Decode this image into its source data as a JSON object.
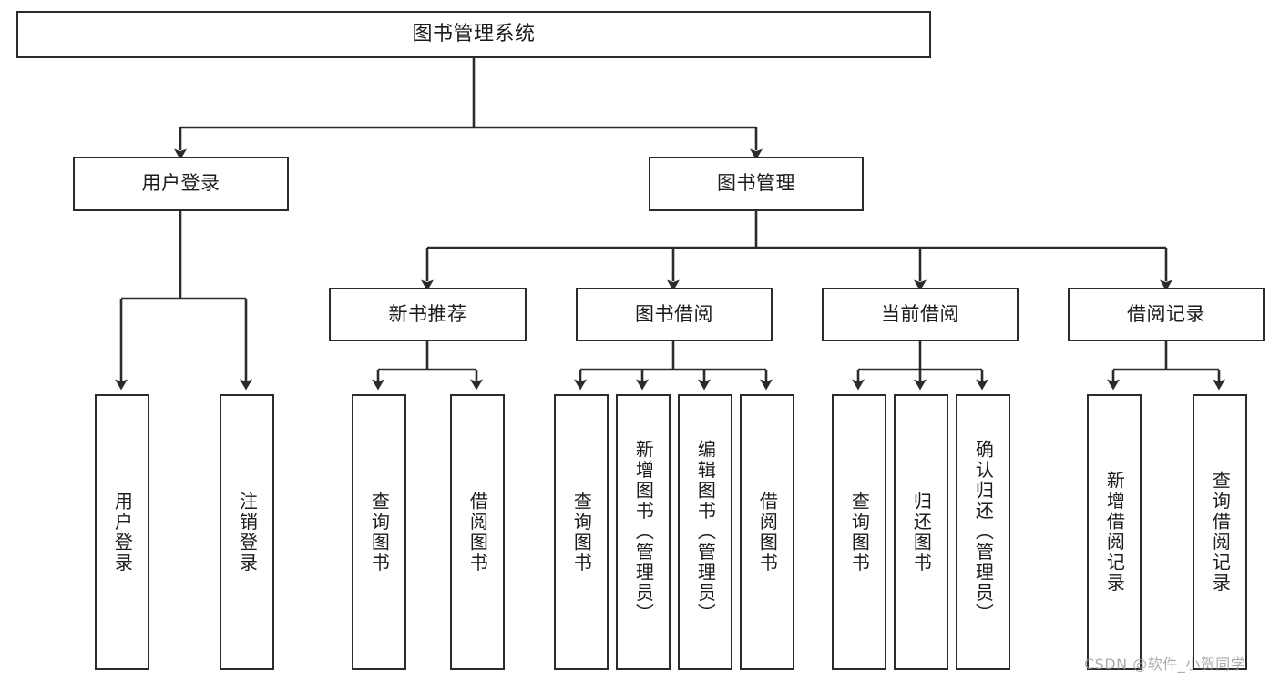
{
  "diagram": {
    "type": "hierarchy-tree-flowchart",
    "title": "图书管理系统",
    "background_color": "#ffffff",
    "box_border_color": "#2b2b2b",
    "connector_color": "#2b2b2b",
    "text_color": "#1c1c1c"
  },
  "root": {
    "label": "图书管理系统"
  },
  "level2": [
    {
      "label": "用户登录"
    },
    {
      "label": "图书管理"
    }
  ],
  "level3": [
    {
      "label": "新书推荐"
    },
    {
      "label": "图书借阅"
    },
    {
      "label": "当前借阅"
    },
    {
      "label": "借阅记录"
    }
  ],
  "leaves": {
    "user_login": [
      {
        "label": "用户登录"
      },
      {
        "label": "注销登录"
      }
    ],
    "new_book_recommend": [
      {
        "label": "查询图书"
      },
      {
        "label": "借阅图书"
      }
    ],
    "book_borrow": [
      {
        "label": "查询图书"
      },
      {
        "label": "新增图书（管理员）"
      },
      {
        "label": "编辑图书（管理员）"
      },
      {
        "label": "借阅图书"
      }
    ],
    "current_borrow": [
      {
        "label": "查询图书"
      },
      {
        "label": "归还图书"
      },
      {
        "label": "确认归还（管理员）"
      }
    ],
    "borrow_record": [
      {
        "label": "新增借阅记录"
      },
      {
        "label": "查询借阅记录"
      }
    ]
  },
  "watermark": {
    "text": "CSDN @软件_小贺同学"
  }
}
